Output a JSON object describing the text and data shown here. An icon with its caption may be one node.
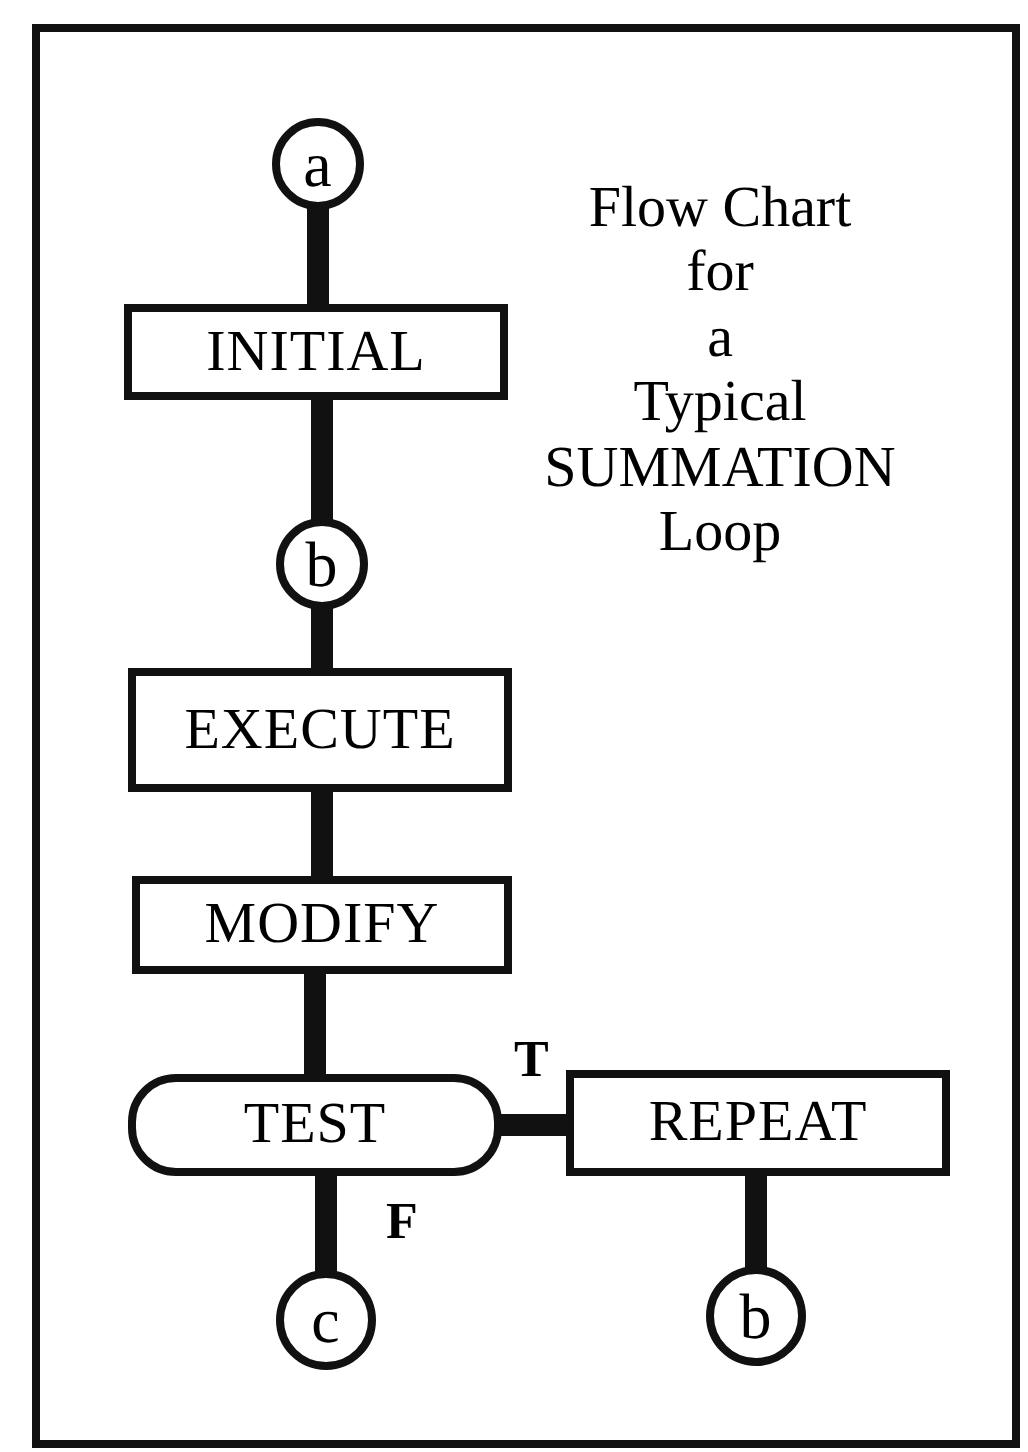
{
  "diagram": {
    "title": "Flow Chart for a Typical SUMMATION Loop",
    "nodes": [
      {
        "text": [
          "a"
        ]
      },
      {
        "text": [
          "INITIAL"
        ]
      },
      {
        "text": [
          "b"
        ]
      },
      {
        "text": [
          "EXECUTE"
        ]
      },
      {
        "text": [
          "MODIFY"
        ]
      },
      {
        "text": [
          "TEST"
        ]
      },
      {
        "text": [
          "REPEAT"
        ]
      },
      {
        "text": [
          "c"
        ]
      },
      {
        "text": [
          "b"
        ]
      }
    ],
    "edges": [
      {
        "from": 0,
        "to": 1,
        "arrow": "none"
      },
      {
        "from": 1,
        "to": 2,
        "arrow": "none"
      },
      {
        "from": 2,
        "to": 3,
        "arrow": "none"
      },
      {
        "from": 3,
        "to": 4,
        "arrow": "none"
      },
      {
        "from": 4,
        "to": 5,
        "arrow": "none"
      },
      {
        "from": 5,
        "to": 6,
        "arrow": "none",
        "label": "T"
      },
      {
        "from": 5,
        "to": 7,
        "arrow": "none",
        "label": "F"
      },
      {
        "from": 6,
        "to": 8,
        "arrow": "none"
      }
    ]
  }
}
